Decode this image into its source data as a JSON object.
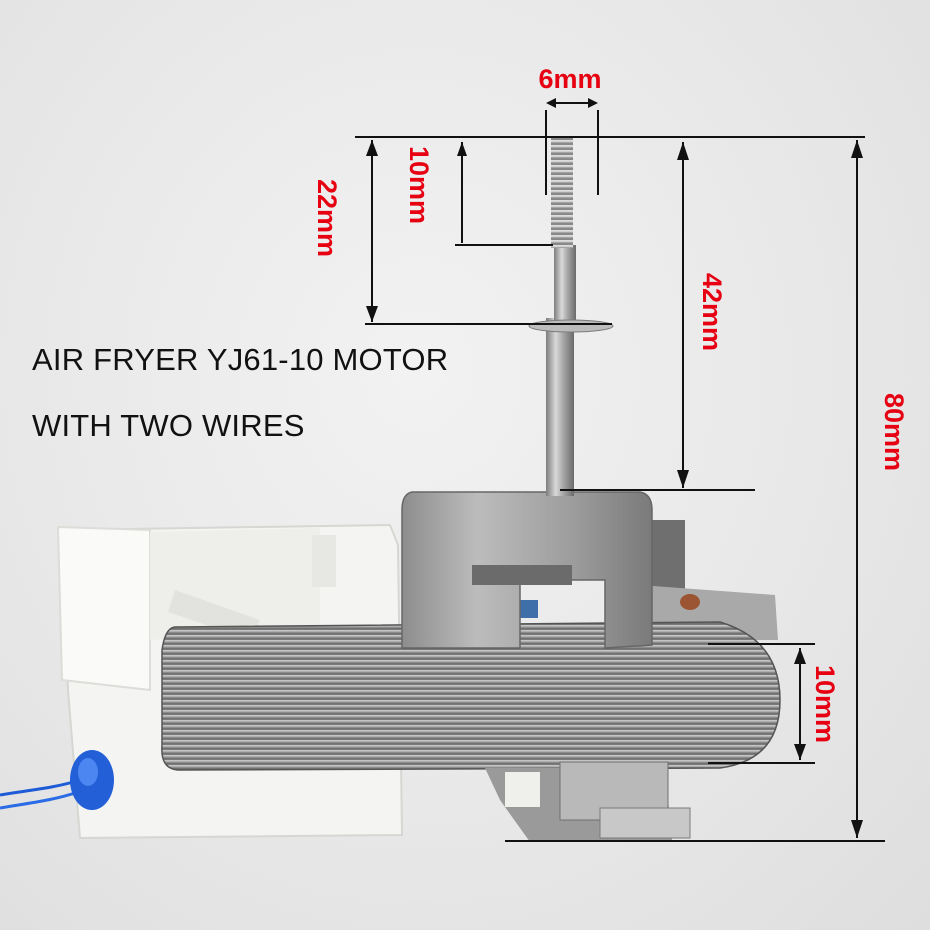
{
  "caption": {
    "line1": "AIR FRYER YJ61-10 MOTOR",
    "line2": "WITH TWO WIRES"
  },
  "dimensions": {
    "shaft_diameter": "6mm",
    "thread_length": "10mm",
    "upper_shaft_length": "22mm",
    "shaft_length": "42mm",
    "total_height": "80mm",
    "core_thickness": "10mm"
  },
  "colors": {
    "dimension_text": "#e60012",
    "dimension_lines": "#111111",
    "caption_text": "#111111",
    "metal": "#8e8e8e",
    "housing": "#f4f4f2",
    "wire": "#1e5bd6"
  }
}
